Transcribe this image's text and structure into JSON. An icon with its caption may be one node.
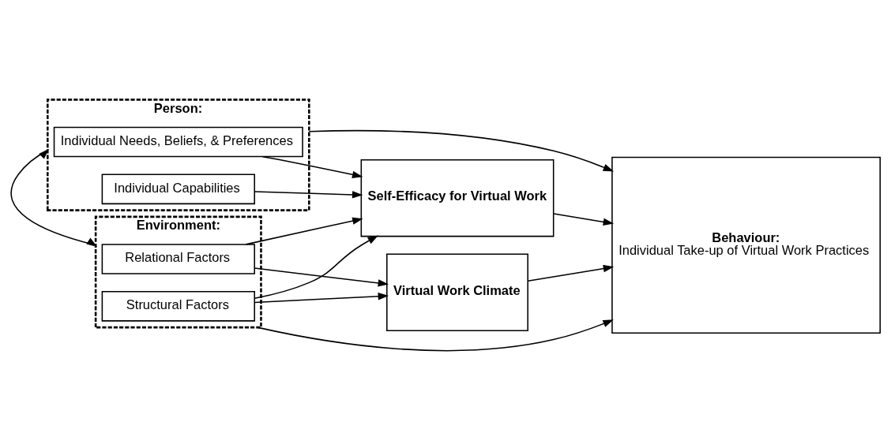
{
  "diagram": {
    "nodes": [
      {
        "text": [
          "Person:"
        ]
      },
      {
        "text": [
          "Individual Capabilities"
        ],
        "in": 0
      },
      {
        "text": [
          "Individual Needs, Beliefs, & Preferences"
        ],
        "in": 0
      },
      {
        "text": [
          "Environment:"
        ]
      },
      {
        "text": [
          "Relational Factors"
        ],
        "in": 3
      },
      {
        "text": [
          "Structural Factors"
        ],
        "in": 3
      },
      {
        "text": [
          "Self-Efficacy for Virtual Work"
        ]
      },
      {
        "text": [
          "Virtual Work Climate"
        ]
      },
      {
        "text": [
          "Behaviour:",
          "Individual Take-up of Virtual Work Practices"
        ]
      }
    ],
    "edges": [
      {
        "from": 1,
        "to": 6,
        "arrow": "to"
      },
      {
        "from": 2,
        "to": 6,
        "arrow": "to"
      },
      {
        "from": 4,
        "to": 6,
        "arrow": "to"
      },
      {
        "from": 5,
        "to": 6,
        "arrow": "to"
      },
      {
        "from": 4,
        "to": 7,
        "arrow": "to"
      },
      {
        "from": 5,
        "to": 7,
        "arrow": "to"
      },
      {
        "from": 6,
        "to": 8,
        "arrow": "to"
      },
      {
        "from": 7,
        "to": 8,
        "arrow": "to"
      },
      {
        "from": 0,
        "to": 8,
        "arrow": "to"
      },
      {
        "from": 3,
        "to": 8,
        "arrow": "to"
      },
      {
        "from": 0,
        "to": 3,
        "arrow": "both"
      }
    ]
  }
}
